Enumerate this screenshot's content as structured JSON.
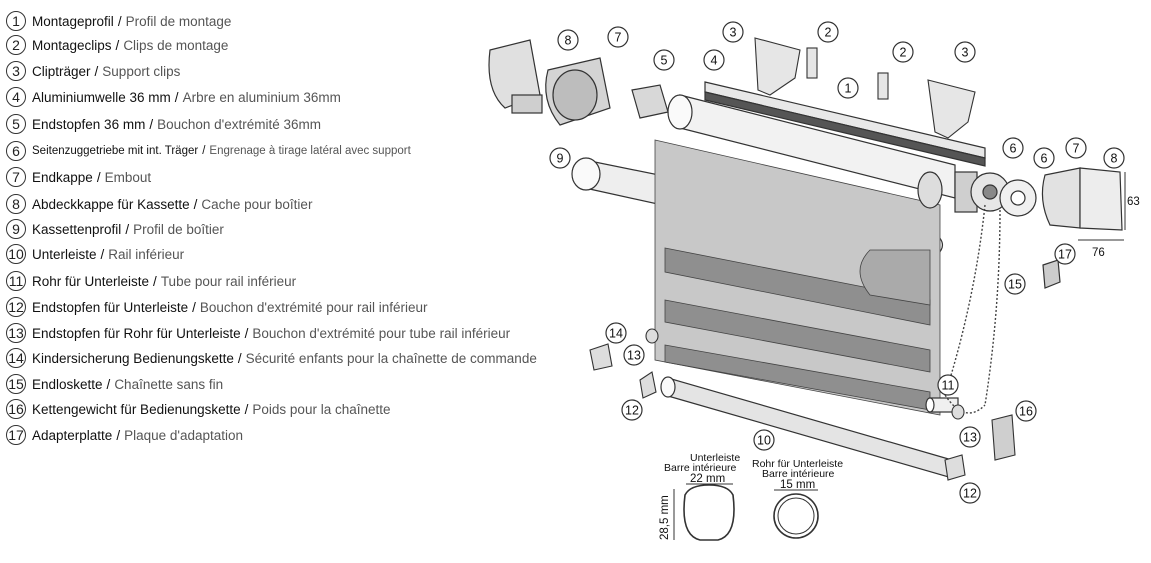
{
  "legend": [
    {
      "n": "1",
      "de": "Montageprofil",
      "fr": "Profil de montage"
    },
    {
      "n": "2",
      "de": "Montageclips",
      "fr": "Clips de montage"
    },
    {
      "n": "3",
      "de": "Clipträger",
      "fr": "Support clips"
    },
    {
      "n": "4",
      "de": "Aluminiumwelle 36 mm",
      "fr": "Arbre en aluminium 36mm"
    },
    {
      "n": "5",
      "de": "Endstopfen 36 mm",
      "fr": "Bouchon d'extrémité 36mm"
    },
    {
      "n": "6",
      "de": "Seitenzuggetriebe mit int. Träger",
      "fr": "Engrenage à tirage latéral avec support"
    },
    {
      "n": "7",
      "de": "Endkappe",
      "fr": "Embout"
    },
    {
      "n": "8",
      "de": "Abdeckkappe für Kassette",
      "fr": "Cache pour boîtier"
    },
    {
      "n": "9",
      "de": "Kassettenprofil",
      "fr": "Profil de boîtier"
    },
    {
      "n": "10",
      "de": "Unterleiste",
      "fr": "Rail inférieur"
    },
    {
      "n": "11",
      "de": "Rohr für Unterleiste",
      "fr": "Tube pour rail inférieur"
    },
    {
      "n": "12",
      "de": "Endstopfen für Unterleiste",
      "fr": "Bouchon d'extrémité pour rail inférieur"
    },
    {
      "n": "13",
      "de": "Endstopfen für Rohr für Unterleiste",
      "fr": "Bouchon d'extrémité pour tube rail inférieur"
    },
    {
      "n": "14",
      "de": "Kindersicherung Bedienungskette",
      "fr": "Sécurité enfants pour la chaînette de commande"
    },
    {
      "n": "15",
      "de": "Endloskette",
      "fr": "Chaînette sans fin"
    },
    {
      "n": "16",
      "de": "Kettengewicht für Bedienungskette",
      "fr": "Poids pour la chaînette"
    },
    {
      "n": "17",
      "de": "Adapterplatte",
      "fr": "Plaque d'adaptation"
    }
  ],
  "legend_separator": "/",
  "diagram": {
    "dimension_height": "63",
    "dimension_width": "76",
    "unterleiste_title": "Unterleiste",
    "unterleiste_subtitle": "Barre intérieure",
    "unterleiste_width": "22 mm",
    "unterleiste_height": "28,5 mm",
    "rohr_title": "Rohr für Unterleiste",
    "rohr_subtitle": "Barre intérieure",
    "rohr_width": "15 mm"
  },
  "colors": {
    "line": "#333333",
    "fabric_dark": "#9a9a9a",
    "fabric_light": "#c8c8c8",
    "metal": "#e6e6e6"
  }
}
